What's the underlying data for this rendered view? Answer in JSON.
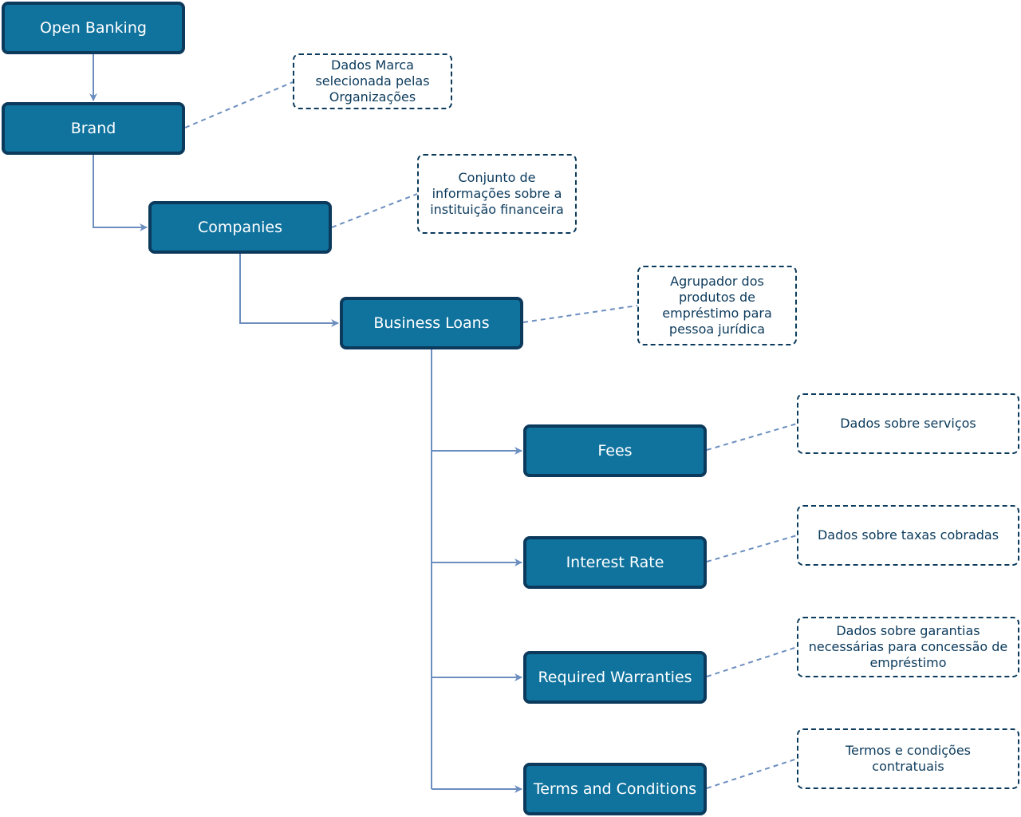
{
  "nodes": {
    "open_banking": "Open Banking",
    "brand": "Brand",
    "companies": "Companies",
    "business_loans": "Business Loans",
    "fees": "Fees",
    "interest_rate": "Interest Rate",
    "required_warranties": "Required Warranties",
    "terms_and_conditions": "Terms and Conditions"
  },
  "notes": {
    "brand": "Dados Marca selecionada pelas Organizações",
    "companies": "Conjunto de informações sobre a instituição financeira",
    "business_loans": "Agrupador dos produtos de empréstimo para pessoa jurídica",
    "fees": "Dados sobre serviços",
    "interest_rate": "Dados sobre taxas cobradas",
    "required_warranties": "Dados sobre garantias necessárias para concessão de empréstimo",
    "terms_and_conditions": "Termos e condições contratuais"
  },
  "colors": {
    "node_fill": "#10739e",
    "node_border": "#0b3a5c",
    "node_text": "#ffffff",
    "connector": "#6c8ebf",
    "note_border": "#0b3a5c",
    "note_text": "#0b3a5c"
  }
}
